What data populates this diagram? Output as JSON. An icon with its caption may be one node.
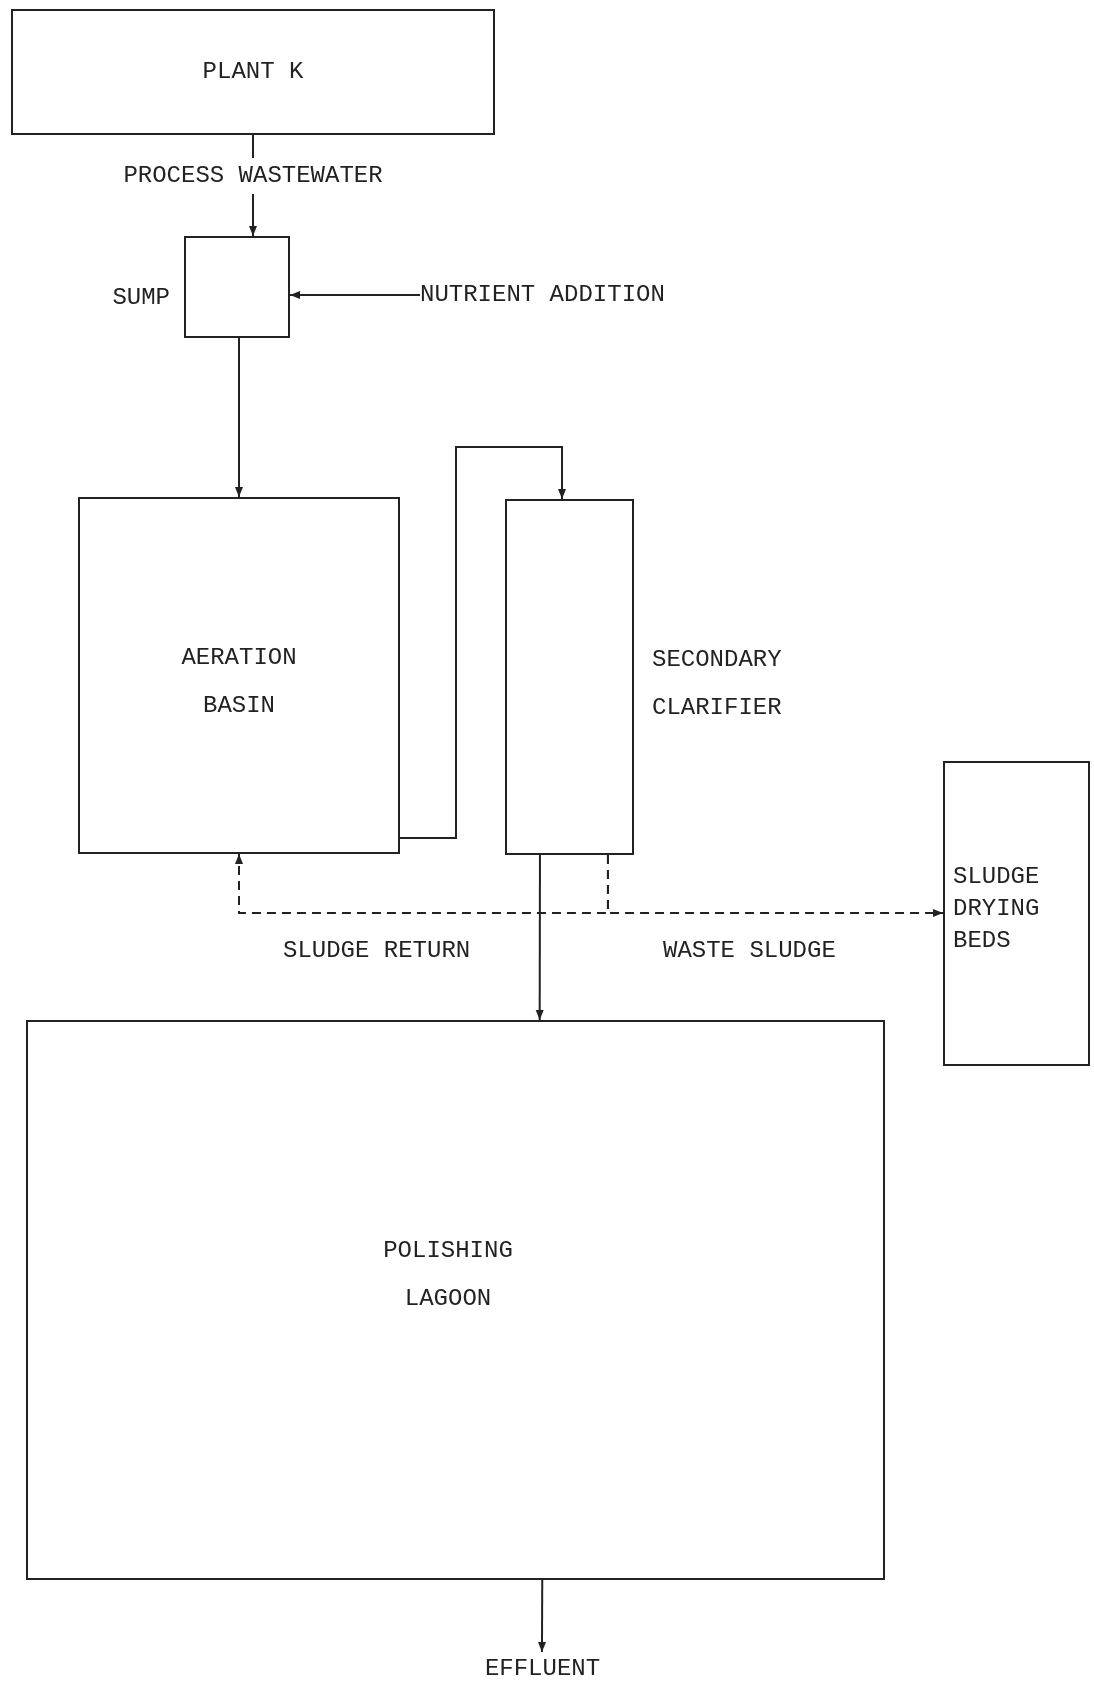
{
  "diagram": {
    "nodes": [
      {
        "text": [
          "PLANT K"
        ]
      },
      {
        "text": [
          "SUMP"
        ]
      },
      {
        "text": [
          "NUTRIENT ADDITION"
        ]
      },
      {
        "text": [
          "AERATION BASIN"
        ]
      },
      {
        "text": [
          "SECONDARY CLARIFIER"
        ]
      },
      {
        "text": [
          "SLUDGE DRYING BEDS"
        ]
      },
      {
        "text": [
          "POLISHING LAGOON"
        ]
      },
      {
        "text": [
          "EFFLUENT"
        ]
      }
    ],
    "edges": [
      {
        "from": 0,
        "to": 1,
        "arrow": "to",
        "label": "PROCESS WASTEWATER"
      },
      {
        "from": 2,
        "to": 1,
        "arrow": "to"
      },
      {
        "from": 1,
        "to": 3,
        "arrow": "to"
      },
      {
        "from": 3,
        "to": 4,
        "arrow": "to"
      },
      {
        "from": 4,
        "to": 6,
        "arrow": "to"
      },
      {
        "from": 4,
        "to": 3,
        "arrow": "to",
        "style": "dashed",
        "label": "SLUDGE RETURN"
      },
      {
        "from": 4,
        "to": 5,
        "arrow": "to",
        "style": "dashed",
        "label": "WASTE SLUDGE"
      },
      {
        "from": 6,
        "to": 7,
        "arrow": "to"
      }
    ]
  }
}
